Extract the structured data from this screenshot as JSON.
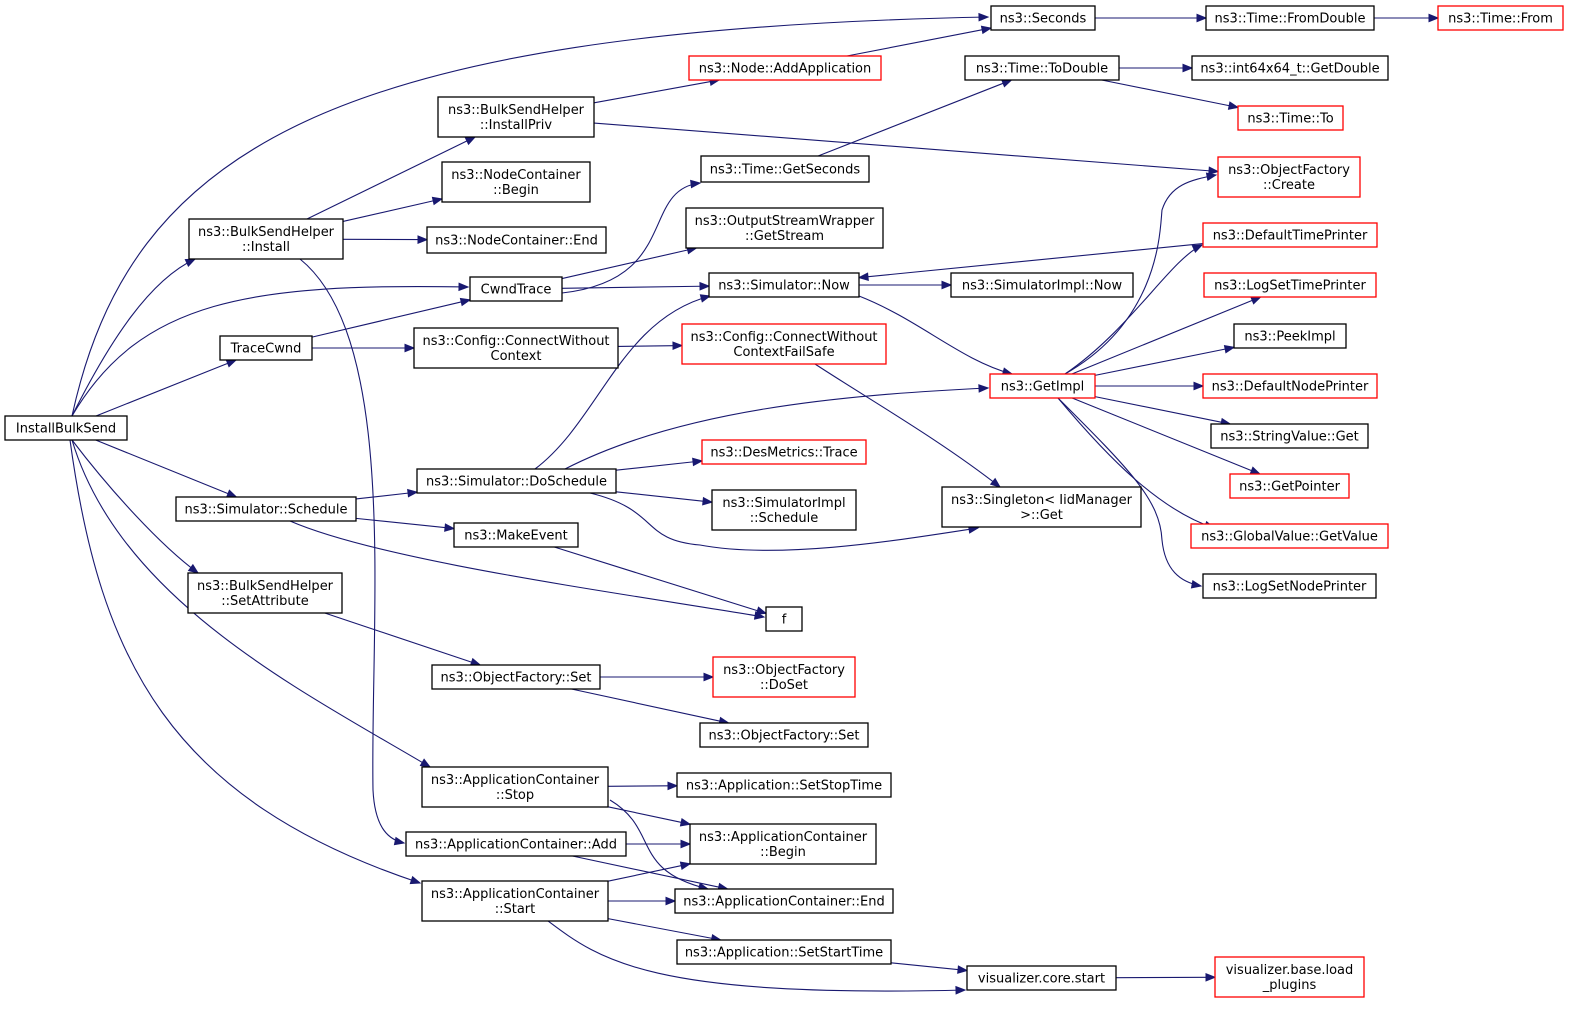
{
  "colors": {
    "edge": "#191970",
    "node_border_default": "#000000",
    "node_border_truncated": "#ff0000",
    "root_fill": "#bfbfbf"
  },
  "nodes": [
    {
      "id": "root",
      "lines": [
        "InstallBulkSend"
      ],
      "kind": "root"
    },
    {
      "id": "seconds",
      "lines": [
        "ns3::Seconds"
      ],
      "kind": "normal"
    },
    {
      "id": "fromdouble",
      "lines": [
        "ns3::Time::FromDouble"
      ],
      "kind": "normal"
    },
    {
      "id": "timefrom",
      "lines": [
        "ns3::Time::From"
      ],
      "kind": "truncated"
    },
    {
      "id": "addapp",
      "lines": [
        "ns3::Node::AddApplication"
      ],
      "kind": "truncated"
    },
    {
      "id": "todouble",
      "lines": [
        "ns3::Time::ToDouble"
      ],
      "kind": "normal"
    },
    {
      "id": "getdouble",
      "lines": [
        "ns3::int64x64_t::GetDouble"
      ],
      "kind": "normal"
    },
    {
      "id": "timeto",
      "lines": [
        "ns3::Time::To"
      ],
      "kind": "truncated"
    },
    {
      "id": "installpriv",
      "lines": [
        "ns3::BulkSendHelper",
        "::InstallPriv"
      ],
      "kind": "normal"
    },
    {
      "id": "ofcreate",
      "lines": [
        "ns3::ObjectFactory",
        "::Create"
      ],
      "kind": "truncated"
    },
    {
      "id": "ncbegin",
      "lines": [
        "ns3::NodeContainer",
        "::Begin"
      ],
      "kind": "normal"
    },
    {
      "id": "getseconds",
      "lines": [
        "ns3::Time::GetSeconds"
      ],
      "kind": "normal"
    },
    {
      "id": "install",
      "lines": [
        "ns3::BulkSendHelper",
        "::Install"
      ],
      "kind": "normal"
    },
    {
      "id": "ncend",
      "lines": [
        "ns3::NodeContainer::End"
      ],
      "kind": "normal"
    },
    {
      "id": "getstream",
      "lines": [
        "ns3::OutputStreamWrapper",
        "::GetStream"
      ],
      "kind": "normal"
    },
    {
      "id": "dtp",
      "lines": [
        "ns3::DefaultTimePrinter"
      ],
      "kind": "truncated"
    },
    {
      "id": "cwndtrace",
      "lines": [
        "CwndTrace"
      ],
      "kind": "normal"
    },
    {
      "id": "simnow",
      "lines": [
        "ns3::Simulator::Now"
      ],
      "kind": "normal"
    },
    {
      "id": "simimplnow",
      "lines": [
        "ns3::SimulatorImpl::Now"
      ],
      "kind": "normal"
    },
    {
      "id": "logsettp",
      "lines": [
        "ns3::LogSetTimePrinter"
      ],
      "kind": "truncated"
    },
    {
      "id": "tracecwnd",
      "lines": [
        "TraceCwnd"
      ],
      "kind": "normal"
    },
    {
      "id": "ccwc",
      "lines": [
        "ns3::Config::ConnectWithout",
        "Context"
      ],
      "kind": "normal"
    },
    {
      "id": "ccwcfs",
      "lines": [
        "ns3::Config::ConnectWithout",
        "ContextFailSafe"
      ],
      "kind": "truncated"
    },
    {
      "id": "peekimpl",
      "lines": [
        "ns3::PeekImpl"
      ],
      "kind": "normal"
    },
    {
      "id": "getimpl",
      "lines": [
        "ns3::GetImpl"
      ],
      "kind": "truncated"
    },
    {
      "id": "dnp",
      "lines": [
        "ns3::DefaultNodePrinter"
      ],
      "kind": "truncated"
    },
    {
      "id": "svget",
      "lines": [
        "ns3::StringValue::Get"
      ],
      "kind": "normal"
    },
    {
      "id": "dmtrace",
      "lines": [
        "ns3::DesMetrics::Trace"
      ],
      "kind": "truncated"
    },
    {
      "id": "dosched",
      "lines": [
        "ns3::Simulator::DoSchedule"
      ],
      "kind": "normal"
    },
    {
      "id": "getpointer",
      "lines": [
        "ns3::GetPointer"
      ],
      "kind": "truncated"
    },
    {
      "id": "siimplsched",
      "lines": [
        "ns3::SimulatorImpl",
        "::Schedule"
      ],
      "kind": "normal"
    },
    {
      "id": "singleton",
      "lines": [
        "ns3::Singleton< IidManager",
        " >::Get"
      ],
      "kind": "normal"
    },
    {
      "id": "simsched",
      "lines": [
        "ns3::Simulator::Schedule"
      ],
      "kind": "normal"
    },
    {
      "id": "gvgetvalue",
      "lines": [
        "ns3::GlobalValue::GetValue"
      ],
      "kind": "truncated"
    },
    {
      "id": "makeevent",
      "lines": [
        "ns3::MakeEvent"
      ],
      "kind": "normal"
    },
    {
      "id": "logsetnp",
      "lines": [
        "ns3::LogSetNodePrinter"
      ],
      "kind": "normal"
    },
    {
      "id": "setattr",
      "lines": [
        "ns3::BulkSendHelper",
        "::SetAttribute"
      ],
      "kind": "normal"
    },
    {
      "id": "f",
      "lines": [
        "f"
      ],
      "kind": "normal"
    },
    {
      "id": "ofset",
      "lines": [
        "ns3::ObjectFactory::Set"
      ],
      "kind": "normal"
    },
    {
      "id": "ofdoset",
      "lines": [
        "ns3::ObjectFactory",
        "::DoSet"
      ],
      "kind": "truncated"
    },
    {
      "id": "ofset2",
      "lines": [
        "ns3::ObjectFactory::Set"
      ],
      "kind": "normal"
    },
    {
      "id": "acstop",
      "lines": [
        "ns3::ApplicationContainer",
        "::Stop"
      ],
      "kind": "normal"
    },
    {
      "id": "appsetstop",
      "lines": [
        "ns3::Application::SetStopTime"
      ],
      "kind": "normal"
    },
    {
      "id": "acadd",
      "lines": [
        "ns3::ApplicationContainer::Add"
      ],
      "kind": "normal"
    },
    {
      "id": "acbegin",
      "lines": [
        "ns3::ApplicationContainer",
        "::Begin"
      ],
      "kind": "normal"
    },
    {
      "id": "acstart",
      "lines": [
        "ns3::ApplicationContainer",
        "::Start"
      ],
      "kind": "normal"
    },
    {
      "id": "acend",
      "lines": [
        "ns3::ApplicationContainer::End"
      ],
      "kind": "normal"
    },
    {
      "id": "appsetstart",
      "lines": [
        "ns3::Application::SetStartTime"
      ],
      "kind": "normal"
    },
    {
      "id": "vcstart",
      "lines": [
        "visualizer.core.start"
      ],
      "kind": "normal"
    },
    {
      "id": "vbload",
      "lines": [
        "visualizer.base.load",
        "_plugins"
      ],
      "kind": "truncated"
    }
  ],
  "edges": [
    [
      "root",
      "seconds"
    ],
    [
      "root",
      "install"
    ],
    [
      "root",
      "cwndtrace"
    ],
    [
      "root",
      "tracecwnd"
    ],
    [
      "root",
      "simsched"
    ],
    [
      "root",
      "setattr"
    ],
    [
      "root",
      "acstop"
    ],
    [
      "root",
      "acstart"
    ],
    [
      "seconds",
      "fromdouble"
    ],
    [
      "fromdouble",
      "timefrom"
    ],
    [
      "addapp",
      "seconds"
    ],
    [
      "todouble",
      "getdouble"
    ],
    [
      "todouble",
      "timeto"
    ],
    [
      "installpriv",
      "addapp"
    ],
    [
      "installpriv",
      "ofcreate"
    ],
    [
      "install",
      "installpriv"
    ],
    [
      "install",
      "ncbegin"
    ],
    [
      "install",
      "ncend"
    ],
    [
      "install",
      "acadd"
    ],
    [
      "getseconds",
      "todouble"
    ],
    [
      "cwndtrace",
      "getseconds"
    ],
    [
      "cwndtrace",
      "getstream"
    ],
    [
      "cwndtrace",
      "simnow"
    ],
    [
      "dtp",
      "simnow"
    ],
    [
      "simnow",
      "simimplnow"
    ],
    [
      "simnow",
      "getimpl"
    ],
    [
      "tracecwnd",
      "cwndtrace"
    ],
    [
      "tracecwnd",
      "ccwc"
    ],
    [
      "ccwc",
      "ccwcfs"
    ],
    [
      "ccwcfs",
      "singleton"
    ],
    [
      "getimpl",
      "ofcreate"
    ],
    [
      "getimpl",
      "dtp"
    ],
    [
      "getimpl",
      "logsettp"
    ],
    [
      "getimpl",
      "peekimpl"
    ],
    [
      "getimpl",
      "dnp"
    ],
    [
      "getimpl",
      "svget"
    ],
    [
      "getimpl",
      "getpointer"
    ],
    [
      "getimpl",
      "gvgetvalue"
    ],
    [
      "getimpl",
      "logsetnp"
    ],
    [
      "dosched",
      "simnow"
    ],
    [
      "dosched",
      "getimpl"
    ],
    [
      "dosched",
      "dmtrace"
    ],
    [
      "dosched",
      "siimplsched"
    ],
    [
      "dosched",
      "singleton"
    ],
    [
      "simsched",
      "dosched"
    ],
    [
      "simsched",
      "makeevent"
    ],
    [
      "simsched",
      "f"
    ],
    [
      "makeevent",
      "f"
    ],
    [
      "setattr",
      "ofset"
    ],
    [
      "ofset",
      "ofdoset"
    ],
    [
      "ofset",
      "ofset2"
    ],
    [
      "acstop",
      "appsetstop"
    ],
    [
      "acstop",
      "acbegin"
    ],
    [
      "acstop",
      "acend"
    ],
    [
      "acadd",
      "acbegin"
    ],
    [
      "acadd",
      "acend"
    ],
    [
      "acstart",
      "acbegin"
    ],
    [
      "acstart",
      "acend"
    ],
    [
      "acstart",
      "appsetstart"
    ],
    [
      "acstart",
      "vcstart"
    ],
    [
      "appsetstart",
      "vcstart"
    ],
    [
      "vcstart",
      "vbload"
    ]
  ]
}
